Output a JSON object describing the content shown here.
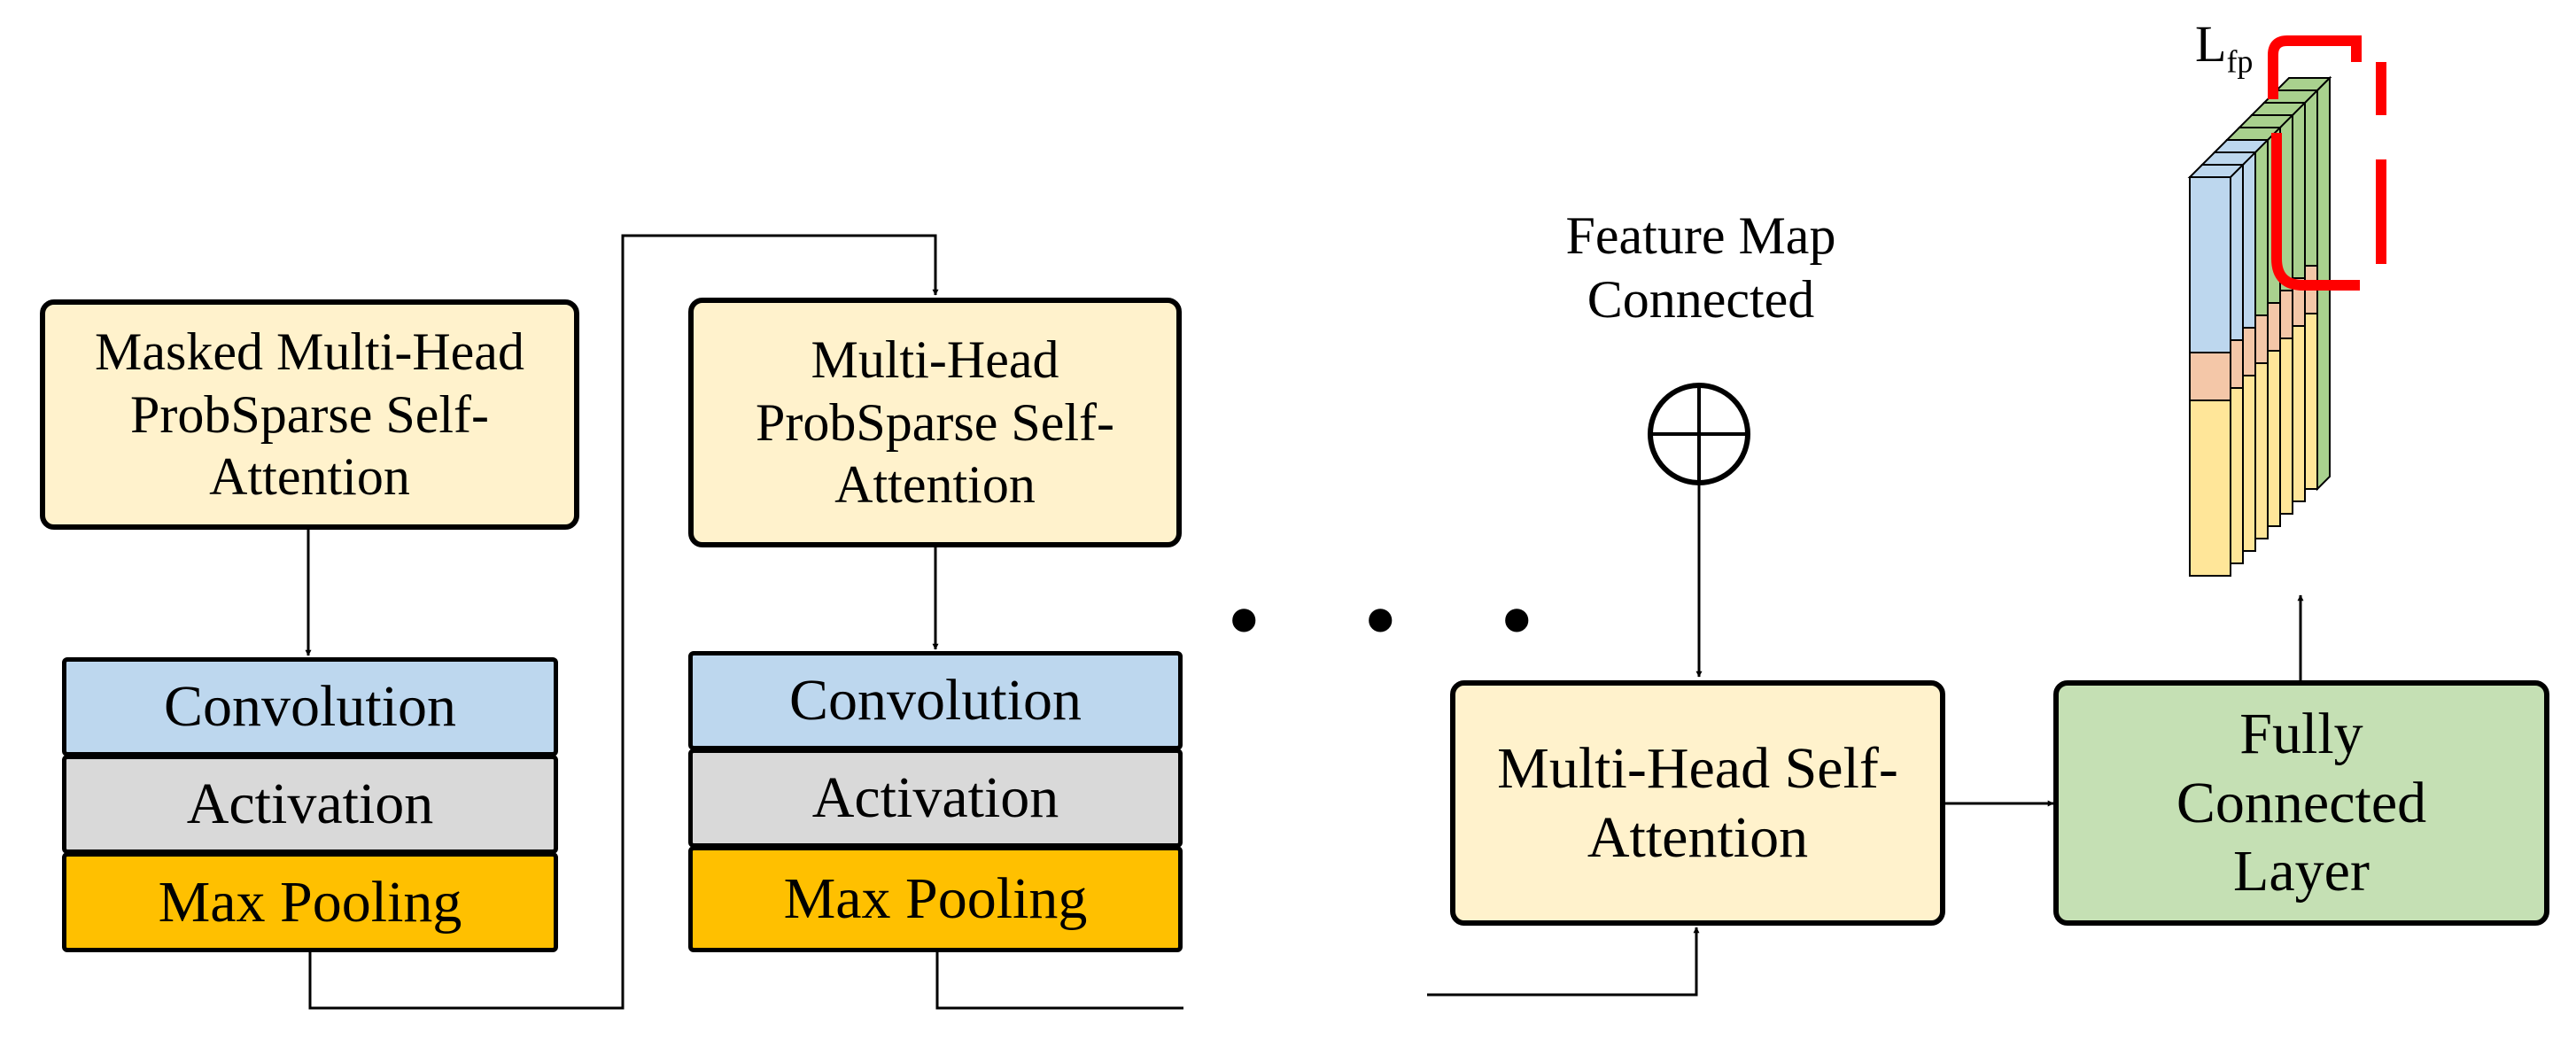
{
  "blocks": {
    "masked_attention": "Masked Multi-Head ProbSparse Self-Attention",
    "probsparse_attention": "Multi-Head ProbSparse Self-Attention",
    "self_attention": "Multi-Head Self-Attention",
    "fully_connected": "Fully Connected Layer"
  },
  "distilling_layers": {
    "convolution": "Convolution",
    "activation": "Activation",
    "max_pooling": "Max Pooling"
  },
  "feature_map_label": "Feature Map Connected",
  "ellipsis": "• • •",
  "output_label": {
    "main": "L",
    "subscript": "fp"
  },
  "colors": {
    "attention_fill": "#fff2cc",
    "fc_fill": "#c5e0b4",
    "conv_fill": "#bdd7ee",
    "activation_fill": "#d9d9d9",
    "pooling_fill": "#ffc000",
    "highlight": "#ff0000",
    "tensor_top": "#bdd7ee",
    "tensor_mid": "#f4c7a8",
    "tensor_bottom": "#ffe699",
    "tensor_green": "#a9d18e"
  }
}
